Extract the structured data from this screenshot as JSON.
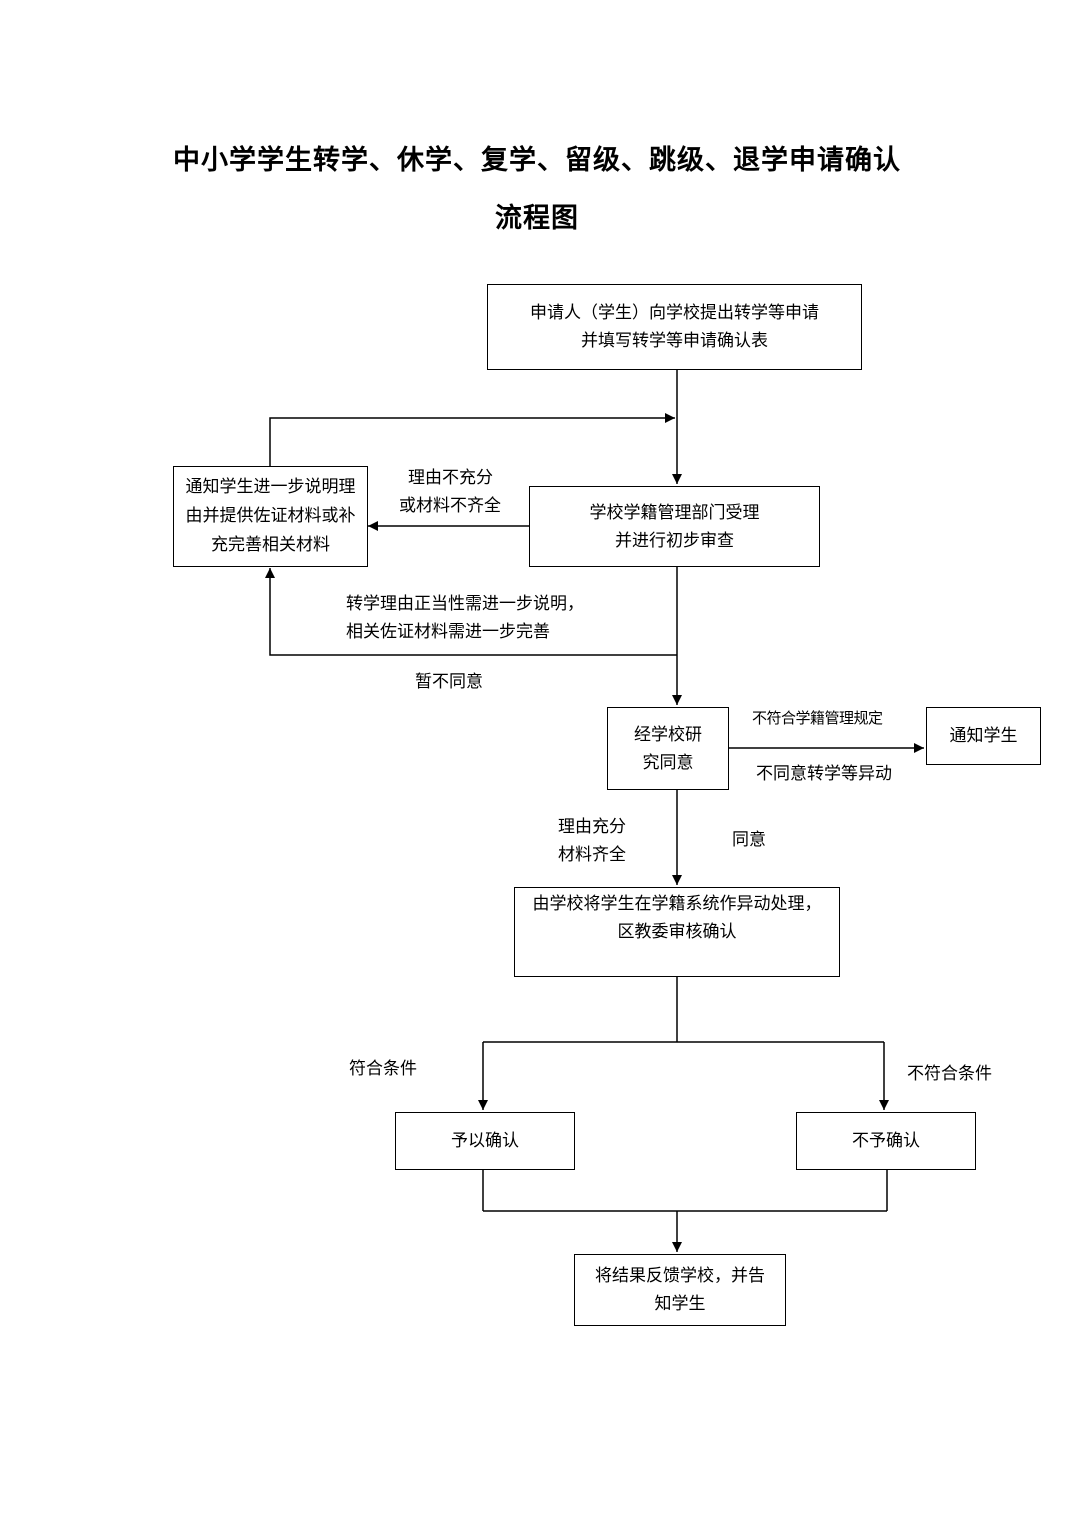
{
  "title": {
    "line1": "中小学学生转学、休学、复学、留级、跳级、退学申请确认",
    "line2": "流程图"
  },
  "nodes": {
    "apply": {
      "line1": "申请人（学生）向学校提出转学等申请",
      "line2": "并填写转学等申请确认表"
    },
    "notify_supplement": {
      "line1": "通知学生进一步说明理",
      "line2": "由并提供佐证材料或补",
      "line3": "充完善相关材料"
    },
    "accept": {
      "line1": "学校学籍管理部门受理",
      "line2": "并进行初步审查"
    },
    "research": {
      "line1": "经学校研",
      "line2": "究同意"
    },
    "notify_student": {
      "text": "通知学生"
    },
    "process": {
      "line1": "由学校将学生在学籍系统作异动处理，",
      "line2": "区教委审核确认"
    },
    "confirm": {
      "text": "予以确认"
    },
    "reject": {
      "text": "不予确认"
    },
    "feedback": {
      "line1": "将结果反馈学校，并告",
      "line2": "知学生"
    }
  },
  "labels": {
    "insufficient_1": "理由不充分",
    "insufficient_2": "或材料不齐全",
    "legit_1": "转学理由正当性需进一步说明，",
    "legit_2": "相关佐证材料需进一步完善",
    "not_agree": "暂不同意",
    "not_comply": "不符合学籍管理规定",
    "disagree_transfer": "不同意转学等异动",
    "sufficient_1": "理由充分",
    "sufficient_2": "材料齐全",
    "agree": "同意",
    "meets": "符合条件",
    "not_meets": "不符合条件"
  }
}
